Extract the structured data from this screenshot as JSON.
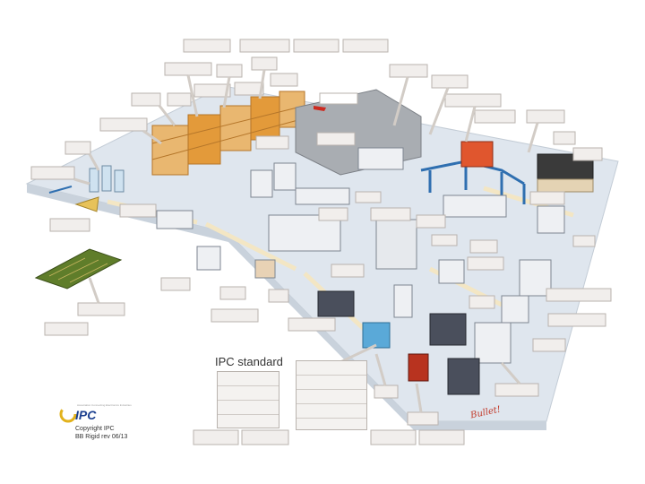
{
  "legend": {
    "title": "IPC standard"
  },
  "logo": {
    "tagline": "Association Connecting Electronics Industries",
    "mark": "IPC"
  },
  "copyright": {
    "line1": "Copyright IPC",
    "line2": "BB Rigid rev 06/13"
  },
  "signature": "Bullet!",
  "colors": {
    "floor": "#dfe6ee",
    "machine_blue": "#2f6fb0",
    "rack_orange": "#e39a3a",
    "accent_red": "#cc2b20",
    "label_fill": "#f1eeec"
  }
}
